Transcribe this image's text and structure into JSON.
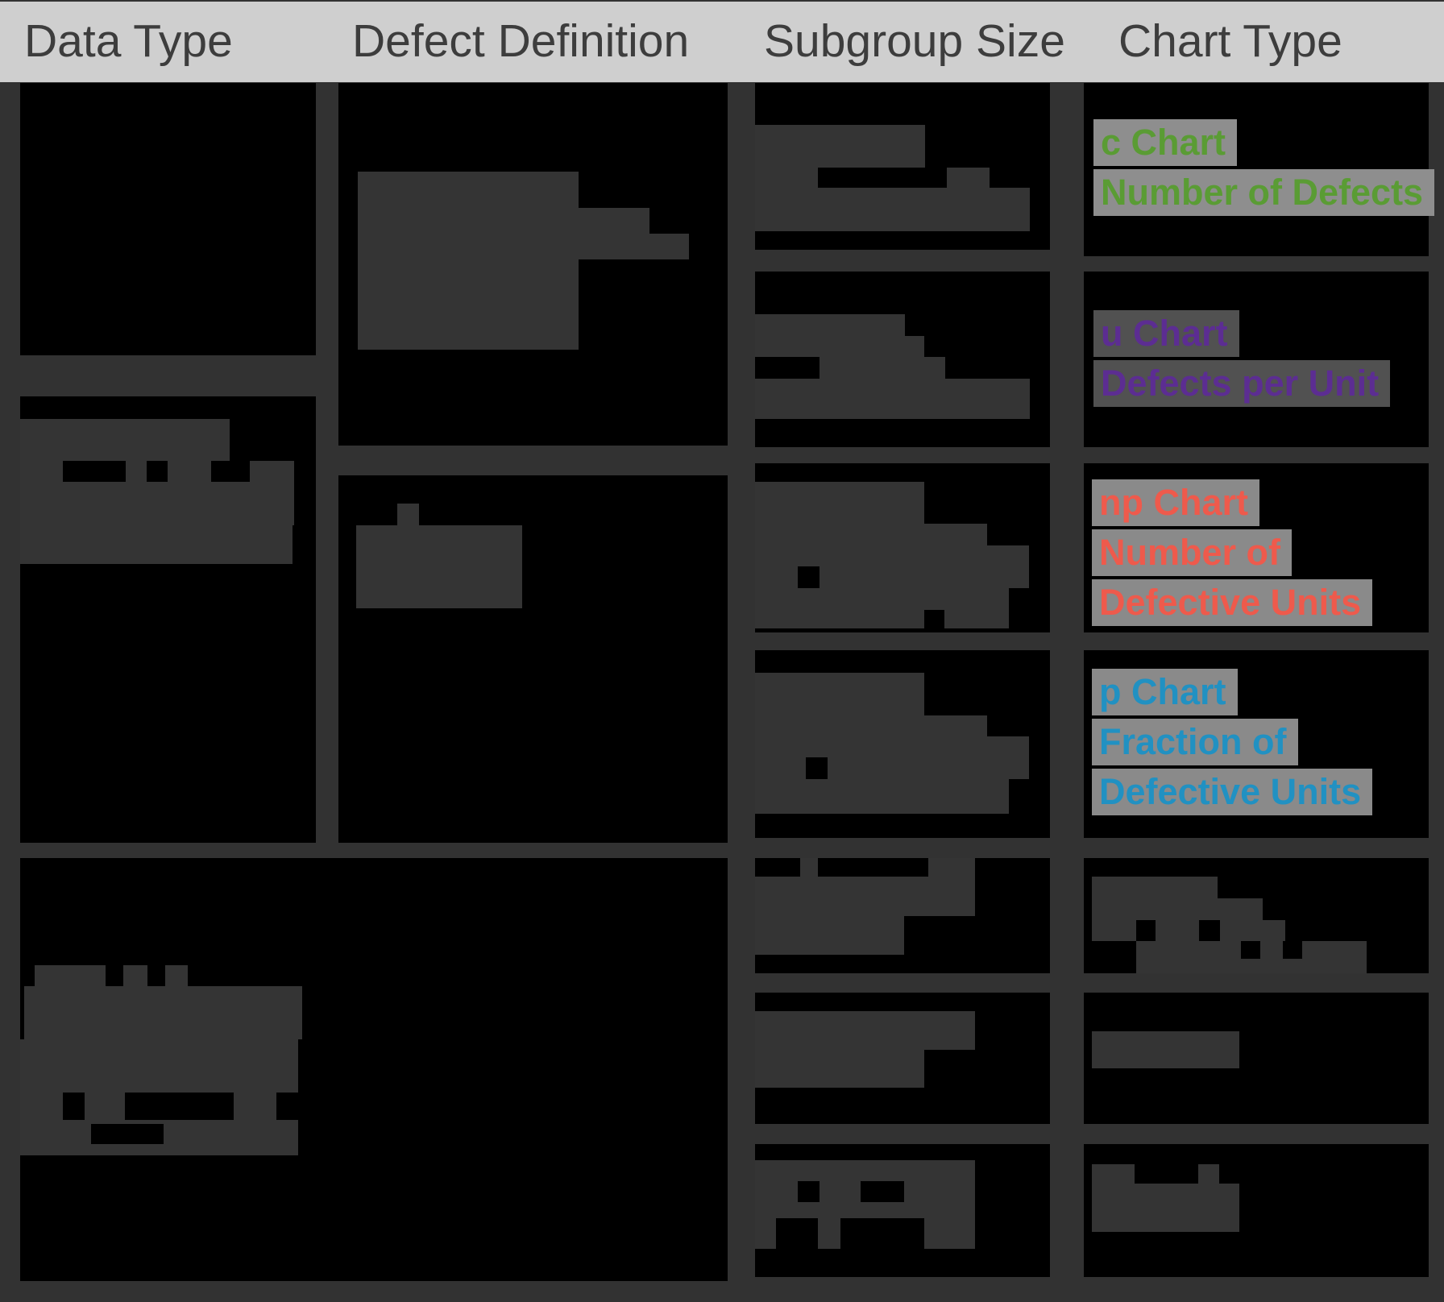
{
  "header": {
    "columns": [
      "Data Type",
      "Defect Definition",
      "Subgroup Size",
      "Chart Type"
    ]
  },
  "charts": [
    {
      "name": "c Chart",
      "description": "Number of Defects",
      "lines": [
        "c Chart",
        "Number of Defects"
      ],
      "text_color": "#5a9c34",
      "highlight_color": "#8e8e8e",
      "style": "color:#5a9c34;background-color:#8e8e8e"
    },
    {
      "name": "u Chart",
      "description": "Defects per Unit",
      "lines": [
        "u Chart",
        "Defects per Unit"
      ],
      "text_color": "#5c2d92",
      "highlight_color": "#515151",
      "style": "color:#5c2d92;background-color:#515151"
    },
    {
      "name": "np Chart",
      "description": "Number of Defective Units",
      "lines": [
        "np Chart",
        "Number of",
        "Defective Units"
      ],
      "text_color": "#ee5a4c",
      "highlight_color": "#8a8a8a",
      "style": "color:#ee5a4c;background-color:#8a8a8a"
    },
    {
      "name": "p Chart",
      "description": "Fraction of Defective Units",
      "lines": [
        "p Chart",
        "Fraction of",
        "Defective Units"
      ],
      "text_color": "#2191c2",
      "highlight_color": "#8a8a8a",
      "style": "color:#2191c2;background-color:#8a8a8a"
    }
  ],
  "colors": {
    "background": "#000000",
    "grid": "#323232",
    "redacted_block": "#343434",
    "header_background": "#cfcfcf",
    "header_text": "#3d3d3d"
  }
}
